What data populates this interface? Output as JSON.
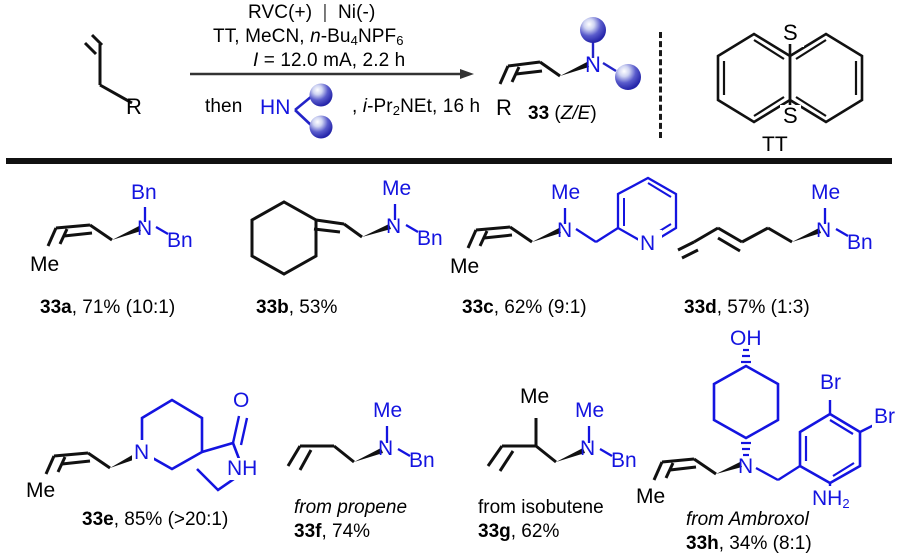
{
  "scheme": {
    "substrate_label": "R",
    "conditions": {
      "line1": "RVC(+)",
      "line1_sep": "|",
      "line1b": "Ni(-)",
      "line2_a": "TT, MeCN, ",
      "line2_n": "n",
      "line2_b": "-Bu",
      "line2_sub1": "4",
      "line2_c": "NPF",
      "line2_sub2": "6",
      "line3_i": "I",
      "line3_rest": " = 12.0 mA, 2.2 h",
      "then": "then",
      "amine": "HN",
      "base_a": ", ",
      "base_i": "i",
      "base_b": "-Pr",
      "base_sub": "2",
      "base_c": "NEt, 16 h"
    },
    "product": {
      "r_label": "R",
      "n_label": "N",
      "number": "33",
      "stereo_open": "(",
      "stereo_z": "Z/E",
      "stereo_close": ")"
    },
    "reagent": {
      "s_top": "S",
      "s_bottom": "S",
      "name": "TT"
    }
  },
  "products": [
    {
      "id": "33a",
      "name_bold": "33a",
      "name_rest": ", 71% (10:1)",
      "atoms": {
        "me": "Me",
        "n": "N",
        "sub_top": "Bn",
        "sub_right": "Bn"
      }
    },
    {
      "id": "33b",
      "name_bold": "33b",
      "name_rest": ", 53%",
      "atoms": {
        "n": "N",
        "sub_top": "Me",
        "sub_right": "Bn"
      }
    },
    {
      "id": "33c",
      "name_bold": "33c",
      "name_rest": ", 62% (9:1)",
      "atoms": {
        "me": "Me",
        "n": "N",
        "sub_top": "Me",
        "pyridine_n": "N"
      }
    },
    {
      "id": "33d",
      "name_bold": "33d",
      "name_rest": ", 57% (1:3)",
      "atoms": {
        "n": "N",
        "sub_top": "Me",
        "sub_right": "Bn"
      }
    },
    {
      "id": "33e",
      "name_bold": "33e",
      "name_rest": ", 85% (>20:1)",
      "atoms": {
        "me": "Me",
        "n": "N",
        "o": "O",
        "nh": "NH"
      }
    },
    {
      "id": "33f",
      "source": "from propene",
      "name_bold": "33f",
      "name_rest": ", 74%",
      "atoms": {
        "n": "N",
        "sub_top": "Me",
        "sub_right": "Bn"
      }
    },
    {
      "id": "33g",
      "source": "from isobutene",
      "name_bold": "33g",
      "name_rest": ", 62%",
      "atoms": {
        "me": "Me",
        "n": "N",
        "sub_top": "Me",
        "sub_right": "Bn"
      }
    },
    {
      "id": "33h",
      "source": "from Ambroxol",
      "name_bold": "33h",
      "name_rest": ", 34% (8:1)",
      "atoms": {
        "oh": "OH",
        "me": "Me",
        "n": "N",
        "br_top": "Br",
        "br_right": "Br",
        "nh2": "NH",
        "nh2_sub": "2"
      }
    }
  ],
  "colors": {
    "blue": "#1414e0",
    "black": "#111111",
    "sphere_dark": "#2b2bbe",
    "sphere_light": "#ffffff"
  }
}
